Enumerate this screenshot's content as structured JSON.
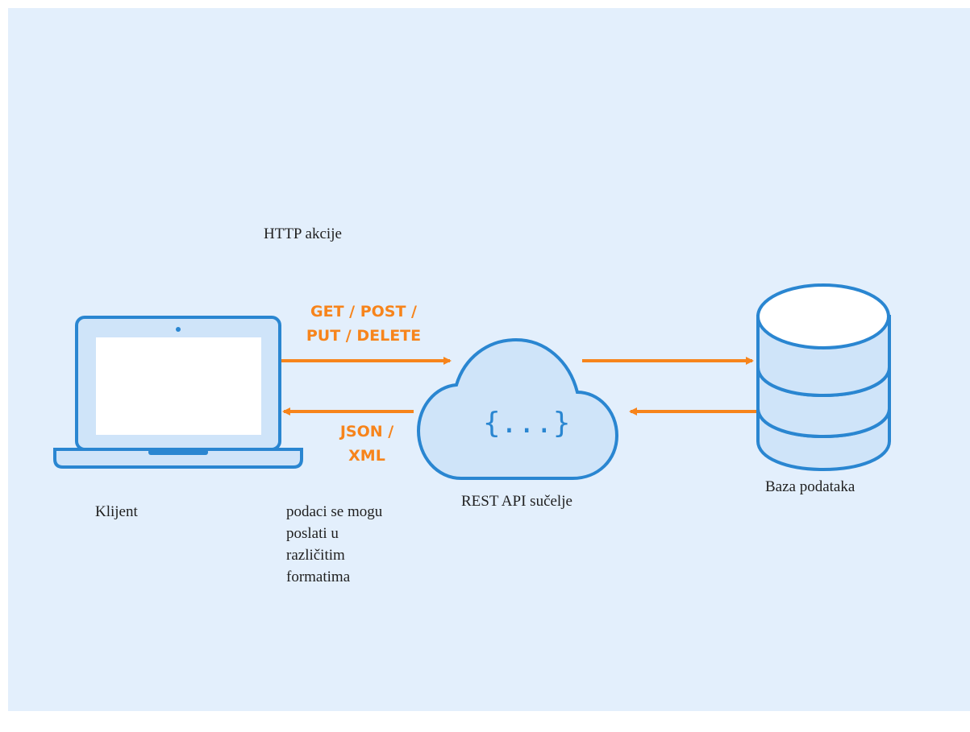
{
  "colors": {
    "background": "#e3effc",
    "outline": "#2a86d1",
    "fill_light": "#cfe4f9",
    "screen": "#ffffff",
    "arrow": "#f7841b"
  },
  "labels": {
    "http_actions": "HTTP akcije",
    "client": "Klijent",
    "rest_api": "REST API sučelje",
    "database": "Baza podataka",
    "formats_note": [
      "podaci se mogu",
      "poslati u",
      "različitim",
      "formatima"
    ]
  },
  "methods": {
    "request": [
      "GET / POST /",
      "PUT / DELETE"
    ],
    "response": [
      "JSON /",
      "XML"
    ]
  },
  "cloud": {
    "code": "{...}",
    "icon": "cloud-icon"
  },
  "icons": {
    "client": "laptop-icon",
    "database": "database-icon"
  }
}
